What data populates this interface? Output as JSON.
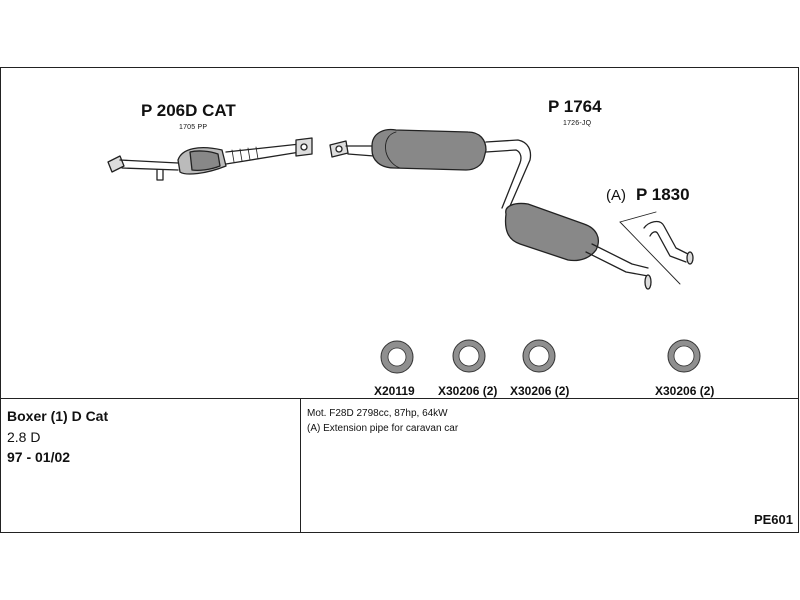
{
  "parts": {
    "front": {
      "number": "P 206D CAT",
      "code": "1705 PP"
    },
    "rear": {
      "number": "P 1764",
      "code": "1726-JQ"
    },
    "extension": {
      "prefix": "(A)",
      "number": "P 1830"
    }
  },
  "rings": [
    {
      "label": "X20119"
    },
    {
      "label": "X30206 (2)"
    },
    {
      "label": "X30206 (2)"
    },
    {
      "label": "X30206 (2)"
    }
  ],
  "vehicle": {
    "model": "Boxer (1) D Cat",
    "engine": "2.8 D",
    "years": "97 - 01/02"
  },
  "notes": {
    "motor": "Mot. F28D 2798cc, 87hp, 64kW",
    "extension_note": "(A) Extension pipe for caravan car"
  },
  "sheet_code": "PE601"
}
